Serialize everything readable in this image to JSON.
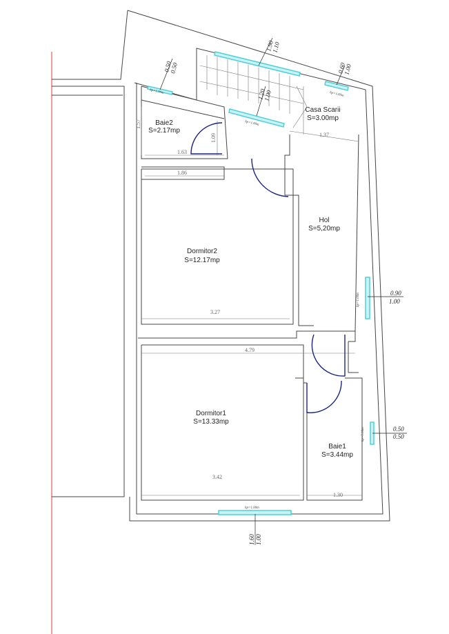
{
  "rooms": [
    {
      "name": "Baie2",
      "area": "S=2.17mp"
    },
    {
      "name": "Casa Scarii",
      "area": "S=3.00mp"
    },
    {
      "name": "Hol",
      "area": "S=5,20mp"
    },
    {
      "name": "Dormitor2",
      "area": "S=12.17mp"
    },
    {
      "name": "Dormitor1",
      "area": "S=13.33mp"
    },
    {
      "name": "Baie1",
      "area": "S=3.44mp"
    }
  ],
  "dimensions": {
    "baie2_width": "1.63",
    "baie2_height": "1.09",
    "d2_top": "1.86",
    "d2_bottom": "3.27",
    "d1_top": "4.79",
    "d1_bottom": "3.42",
    "baie1_bottom": "1.30",
    "baie2_side": "1.57",
    "stair": "1.37"
  },
  "windows": [
    {
      "w": "0.50",
      "h": "0.50",
      "hp": "hp=1.00m"
    },
    {
      "w": "1.90",
      "h": "1.10"
    },
    {
      "w": "0.60",
      "h": "1.00",
      "hp": "hp=1.00m"
    },
    {
      "w": "1.20",
      "h": "1.00",
      "hp": "hp=1.00m"
    },
    {
      "w": "0.90",
      "h": "1.00",
      "hp": "hp=1.00m"
    },
    {
      "w": "0.50",
      "h": "0.50",
      "hp": "hp=1.00m"
    },
    {
      "w": "1.60",
      "h": "1.00",
      "hp": "hp=1.00m"
    }
  ],
  "colors": {
    "window": "#4fd0d6",
    "door": "#1a237e",
    "guide": "#e53935"
  }
}
